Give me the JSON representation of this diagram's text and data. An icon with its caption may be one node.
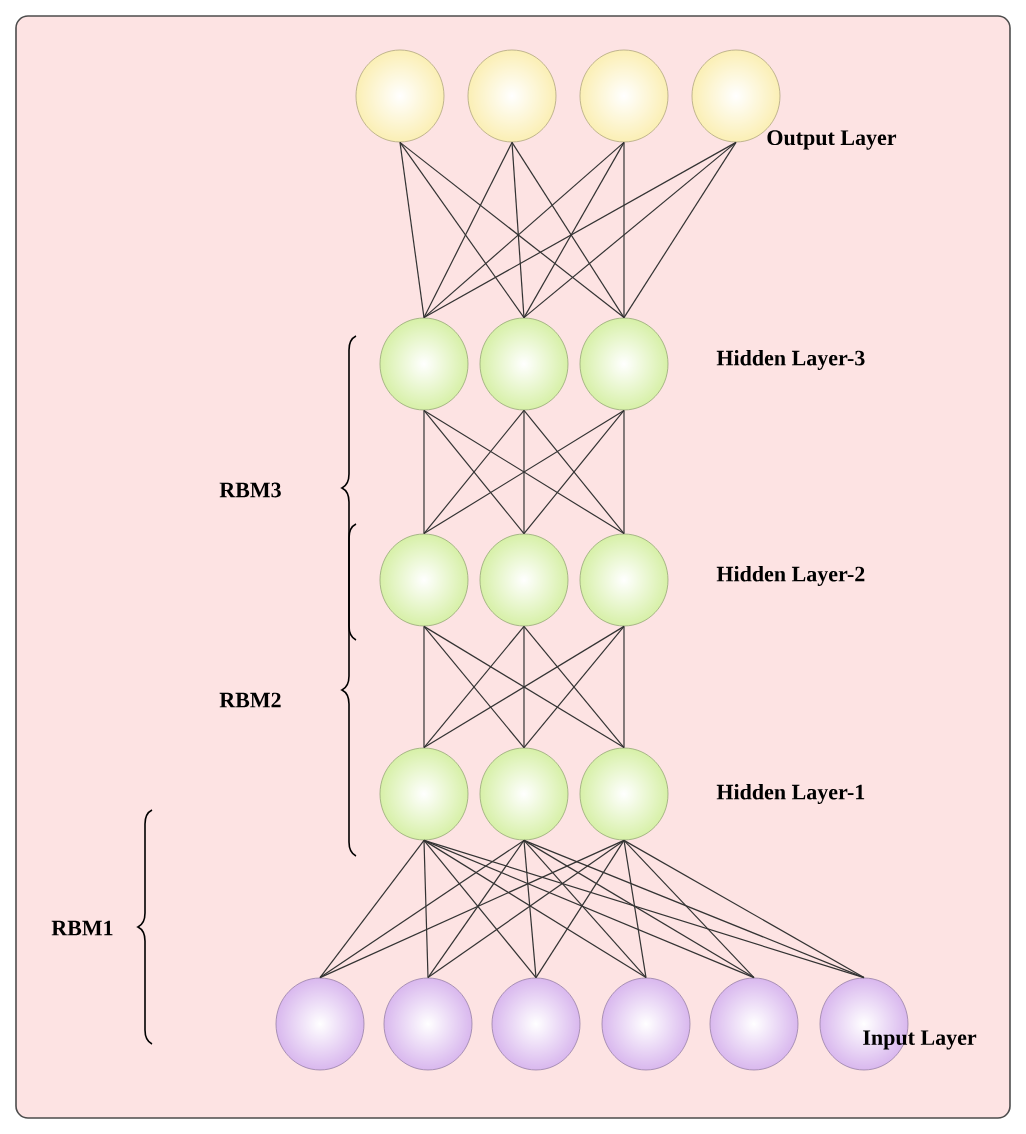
{
  "diagram": {
    "nodes": [
      {
        "text": [],
        "shape": "circle"
      },
      {
        "text": [],
        "shape": "circle"
      },
      {
        "text": [],
        "shape": "circle"
      },
      {
        "text": [],
        "shape": "circle"
      },
      {
        "text": [],
        "shape": "circle"
      },
      {
        "text": [],
        "shape": "circle"
      },
      {
        "text": [],
        "shape": "circle"
      },
      {
        "text": [],
        "shape": "circle"
      },
      {
        "text": [],
        "shape": "circle"
      },
      {
        "text": [],
        "shape": "circle"
      },
      {
        "text": [],
        "shape": "circle"
      },
      {
        "text": [],
        "shape": "circle"
      },
      {
        "text": [],
        "shape": "circle"
      },
      {
        "text": [],
        "shape": "circle"
      },
      {
        "text": [],
        "shape": "circle"
      },
      {
        "text": [],
        "shape": "circle"
      },
      {
        "text": [],
        "shape": "circle"
      },
      {
        "text": [],
        "shape": "circle"
      },
      {
        "text": [],
        "shape": "circle"
      }
    ],
    "edges": [
      {
        "from": 0,
        "to": 4,
        "arrow": "none"
      },
      {
        "from": 0,
        "to": 5,
        "arrow": "none"
      },
      {
        "from": 0,
        "to": 6,
        "arrow": "none"
      },
      {
        "from": 1,
        "to": 4,
        "arrow": "none"
      },
      {
        "from": 1,
        "to": 5,
        "arrow": "none"
      },
      {
        "from": 1,
        "to": 6,
        "arrow": "none"
      },
      {
        "from": 2,
        "to": 4,
        "arrow": "none"
      },
      {
        "from": 2,
        "to": 5,
        "arrow": "none"
      },
      {
        "from": 2,
        "to": 6,
        "arrow": "none"
      },
      {
        "from": 3,
        "to": 4,
        "arrow": "none"
      },
      {
        "from": 3,
        "to": 5,
        "arrow": "none"
      },
      {
        "from": 3,
        "to": 6,
        "arrow": "none"
      },
      {
        "from": 4,
        "to": 7,
        "arrow": "none"
      },
      {
        "from": 4,
        "to": 8,
        "arrow": "none"
      },
      {
        "from": 4,
        "to": 9,
        "arrow": "none"
      },
      {
        "from": 5,
        "to": 7,
        "arrow": "none"
      },
      {
        "from": 5,
        "to": 8,
        "arrow": "none"
      },
      {
        "from": 5,
        "to": 9,
        "arrow": "none"
      },
      {
        "from": 6,
        "to": 7,
        "arrow": "none"
      },
      {
        "from": 6,
        "to": 8,
        "arrow": "none"
      },
      {
        "from": 6,
        "to": 9,
        "arrow": "none"
      },
      {
        "from": 7,
        "to": 10,
        "arrow": "none"
      },
      {
        "from": 7,
        "to": 11,
        "arrow": "none"
      },
      {
        "from": 7,
        "to": 12,
        "arrow": "none"
      },
      {
        "from": 8,
        "to": 10,
        "arrow": "none"
      },
      {
        "from": 8,
        "to": 11,
        "arrow": "none"
      },
      {
        "from": 8,
        "to": 12,
        "arrow": "none"
      },
      {
        "from": 9,
        "to": 10,
        "arrow": "none"
      },
      {
        "from": 9,
        "to": 11,
        "arrow": "none"
      },
      {
        "from": 9,
        "to": 12,
        "arrow": "none"
      },
      {
        "from": 10,
        "to": 13,
        "arrow": "none"
      },
      {
        "from": 10,
        "to": 14,
        "arrow": "none"
      },
      {
        "from": 10,
        "to": 15,
        "arrow": "none"
      },
      {
        "from": 10,
        "to": 16,
        "arrow": "none"
      },
      {
        "from": 10,
        "to": 17,
        "arrow": "none"
      },
      {
        "from": 10,
        "to": 18,
        "arrow": "none"
      },
      {
        "from": 11,
        "to": 13,
        "arrow": "none"
      },
      {
        "from": 11,
        "to": 14,
        "arrow": "none"
      },
      {
        "from": 11,
        "to": 15,
        "arrow": "none"
      },
      {
        "from": 11,
        "to": 16,
        "arrow": "none"
      },
      {
        "from": 11,
        "to": 17,
        "arrow": "none"
      },
      {
        "from": 11,
        "to": 18,
        "arrow": "none"
      },
      {
        "from": 12,
        "to": 13,
        "arrow": "none"
      },
      {
        "from": 12,
        "to": 14,
        "arrow": "none"
      },
      {
        "from": 12,
        "to": 15,
        "arrow": "none"
      },
      {
        "from": 12,
        "to": 16,
        "arrow": "none"
      },
      {
        "from": 12,
        "to": 17,
        "arrow": "none"
      },
      {
        "from": 12,
        "to": 18,
        "arrow": "none"
      }
    ],
    "labels": [
      "Output Layer",
      "RBM3",
      "Hidden Layer-3",
      "Hidden Layer-2",
      "RBM2",
      "Hidden Layer-1",
      "RBM1",
      "Input Layer"
    ]
  }
}
